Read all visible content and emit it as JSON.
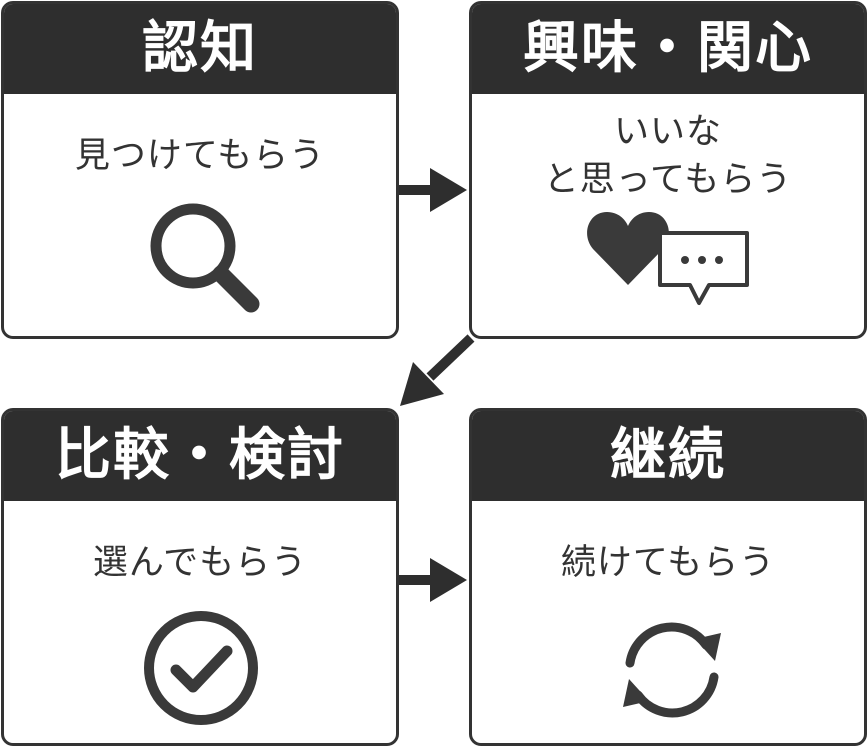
{
  "stages": [
    {
      "title": "認知",
      "body": [
        "見つけてもらう"
      ],
      "icon": "magnifier-icon"
    },
    {
      "title": "興味・関心",
      "body": [
        "いいな",
        "と思ってもらう"
      ],
      "icon": "heart-chat-icon"
    },
    {
      "title": "比較・検討",
      "body": [
        "選んでもらう"
      ],
      "icon": "check-circle-icon"
    },
    {
      "title": "継続",
      "body": [
        "続けてもらう"
      ],
      "icon": "refresh-icon"
    }
  ],
  "colors": {
    "header": "#2e2e2e",
    "border": "#333333",
    "text": "#333333",
    "icon": "#3a3a3a",
    "arrow": "#2e2e2e"
  }
}
